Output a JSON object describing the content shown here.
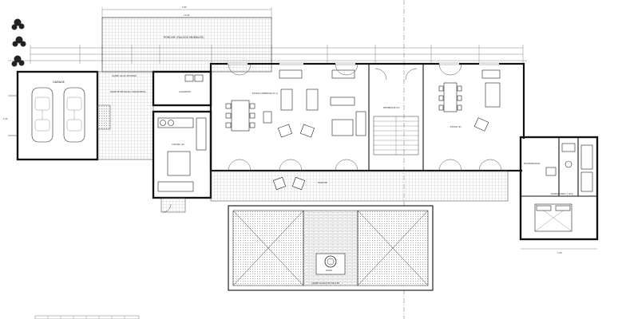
{
  "rooms": {
    "garage": "GARAGE",
    "aljibe_top": "ALJIBE AGUA POTABLE",
    "porche_top": "PORCHE (FALSOS MUEBLES)",
    "porche_entrada": "PORCHE ENTRADA HORIZONTAL",
    "lavadero": "LAVADERO",
    "cocina": "COCINA (P)",
    "estar_comedor": "ESTAR-COMEDOR (E-1)",
    "recibidor": "RECIBIDOR (R)",
    "estar": "ESTAR (E)",
    "porche_front": "PORCHE",
    "dormitorio": "DORMITORIO 1 (D1)",
    "distribuidor": "DISTRIBUIDOR",
    "pozo": "POZO",
    "aljibe_bottom": "ALJIBE AGUAS PLUVIALES"
  },
  "dims": {
    "top_total": "5.85",
    "top_porch": "15.80",
    "left_edge": "6.30",
    "bottom_right": "5.00"
  }
}
